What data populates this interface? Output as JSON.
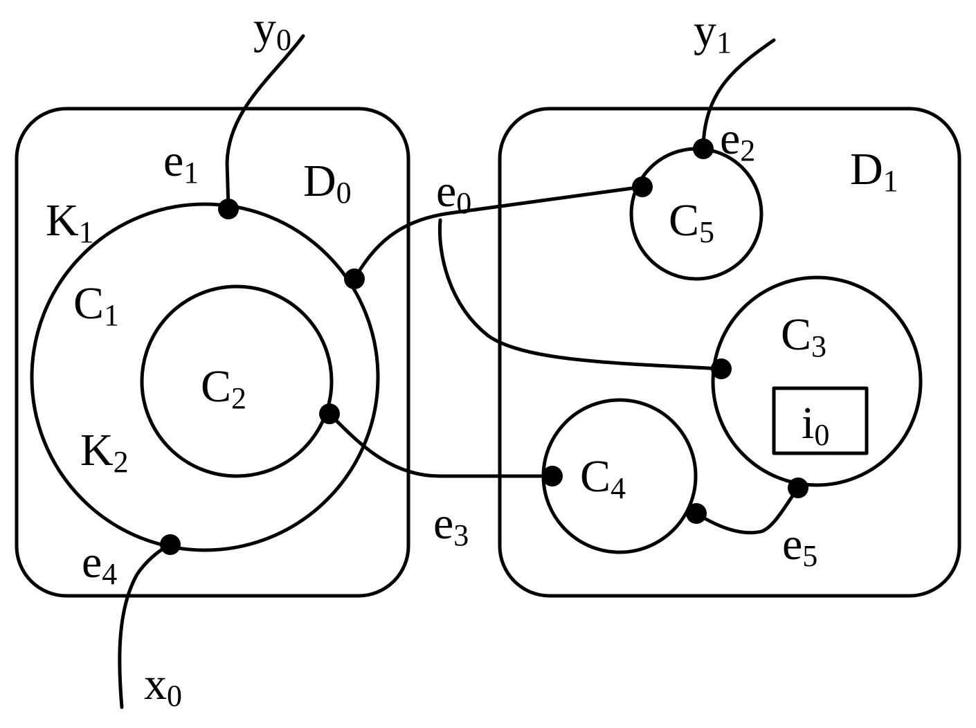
{
  "domains": [
    {
      "id": "D0",
      "base": "D",
      "sub": "0"
    },
    {
      "id": "D1",
      "base": "D",
      "sub": "1"
    }
  ],
  "cells": [
    {
      "id": "C1",
      "base": "C",
      "sub": "1"
    },
    {
      "id": "C2",
      "base": "C",
      "sub": "2"
    },
    {
      "id": "C3",
      "base": "C",
      "sub": "3"
    },
    {
      "id": "C4",
      "base": "C",
      "sub": "4"
    },
    {
      "id": "C5",
      "base": "C",
      "sub": "5"
    }
  ],
  "components": [
    {
      "id": "K1",
      "base": "K",
      "sub": "1"
    },
    {
      "id": "K2",
      "base": "K",
      "sub": "2"
    }
  ],
  "edges": [
    {
      "id": "e0",
      "base": "e",
      "sub": "0"
    },
    {
      "id": "e1",
      "base": "e",
      "sub": "1"
    },
    {
      "id": "e2",
      "base": "e",
      "sub": "2"
    },
    {
      "id": "e3",
      "base": "e",
      "sub": "3"
    },
    {
      "id": "e4",
      "base": "e",
      "sub": "4"
    },
    {
      "id": "e5",
      "base": "e",
      "sub": "5"
    }
  ],
  "terminals": [
    {
      "id": "x0",
      "base": "x",
      "sub": "0"
    },
    {
      "id": "y0",
      "base": "y",
      "sub": "0"
    },
    {
      "id": "y1",
      "base": "y",
      "sub": "1"
    }
  ],
  "item": {
    "id": "i0",
    "base": "i",
    "sub": "0"
  },
  "colors": {
    "stroke": "#000000",
    "background": "#ffffff"
  }
}
